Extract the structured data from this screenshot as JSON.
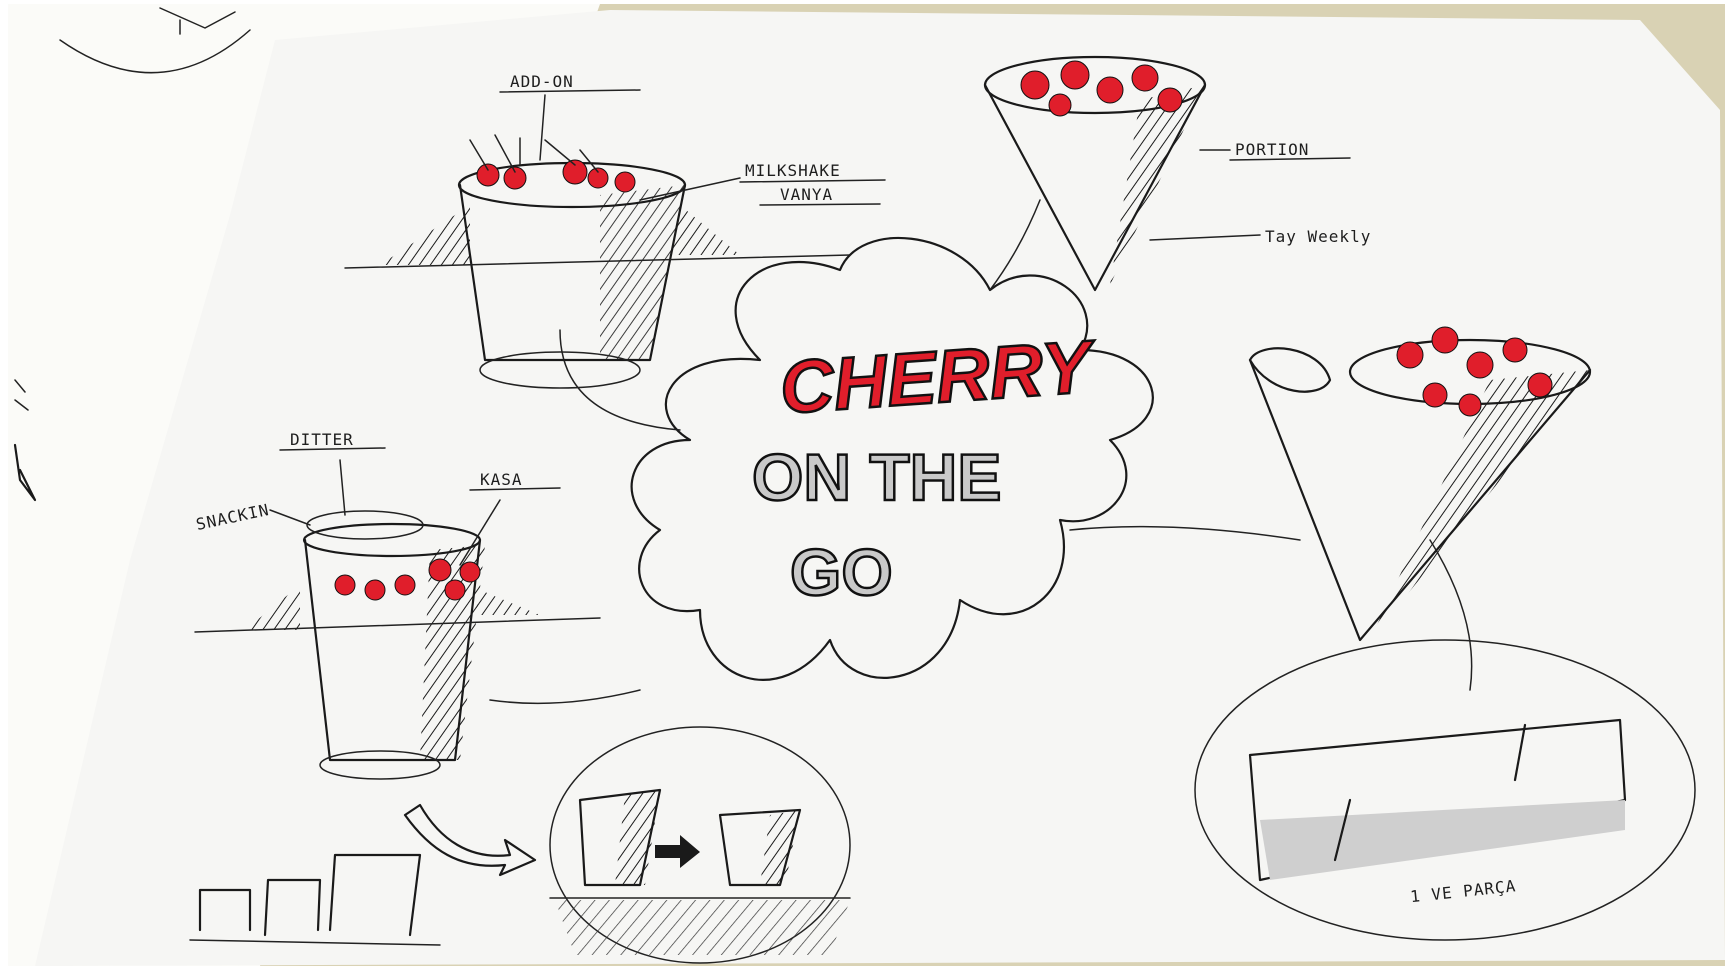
{
  "colors": {
    "paper": "#f7f7f5",
    "background": "#ffffff",
    "left_paper": "#fcfcfa",
    "table": "#d9d2b4",
    "ink": "#1a1a1a",
    "marker_red": "#e01e2b",
    "marker_grey": "#c9c9c9"
  },
  "title": {
    "line1": "CHERRY",
    "line2": "ON THE",
    "line3": "GO"
  },
  "annotations": {
    "add_on": "ADD-ON",
    "milkshake_line1": "MILKSHAKE",
    "milkshake_line2": "VANYA",
    "portion": "PORTION",
    "top_right_small": "Tay Weekly",
    "ditter": "DITTER",
    "left_side": "SNACKIN",
    "bottom_cup_label": "KASA",
    "paper_clip_note": "1 VE PARÇA"
  }
}
